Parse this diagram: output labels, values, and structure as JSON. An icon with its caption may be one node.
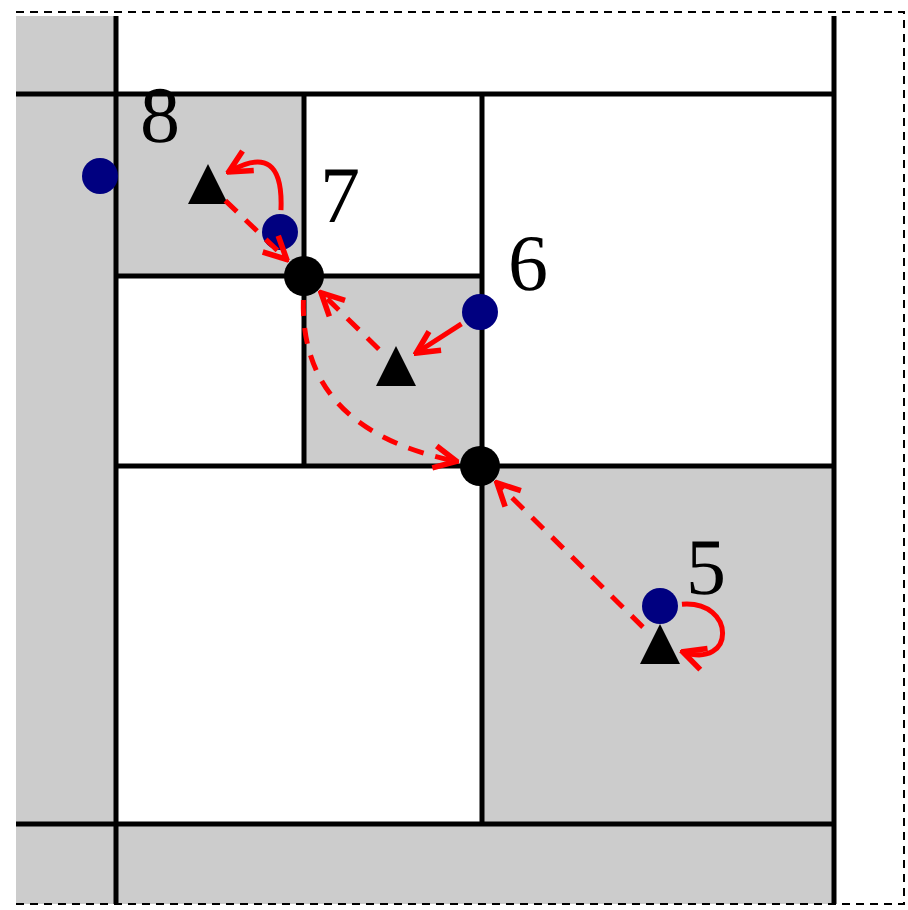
{
  "diagram": {
    "nodes": [
      {
        "text": [],
        "shape": "circle"
      },
      {
        "text": [],
        "shape": "triangle"
      },
      {
        "text": [],
        "shape": "circle"
      },
      {
        "text": [],
        "shape": "circle"
      },
      {
        "text": [],
        "shape": "circle"
      },
      {
        "text": [],
        "shape": "triangle"
      },
      {
        "text": [],
        "shape": "circle"
      },
      {
        "text": [],
        "shape": "circle"
      },
      {
        "text": [],
        "shape": "triangle"
      }
    ],
    "edges": [
      {
        "from": 2,
        "to": 1,
        "arrow": "to"
      },
      {
        "from": 1,
        "to": 3,
        "arrow": "to",
        "style": "dashed"
      },
      {
        "from": 4,
        "to": 5,
        "arrow": "to"
      },
      {
        "from": 5,
        "to": 3,
        "arrow": "to",
        "style": "dashed"
      },
      {
        "from": 3,
        "to": 6,
        "arrow": "to",
        "style": "dashed"
      },
      {
        "from": 7,
        "to": 8,
        "arrow": "to"
      },
      {
        "from": 8,
        "to": 6,
        "arrow": "to",
        "style": "dashed"
      }
    ],
    "labels": [
      "8",
      "7",
      "6",
      "5"
    ]
  }
}
